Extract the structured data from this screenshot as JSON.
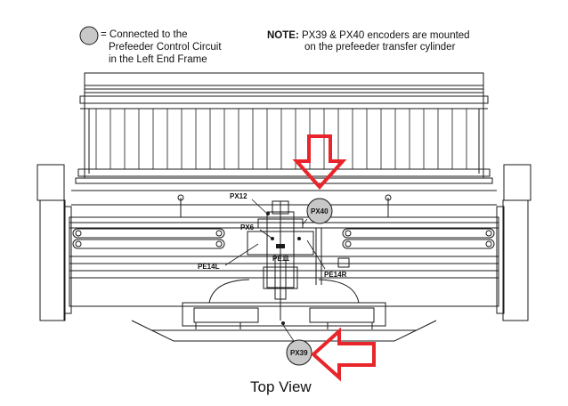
{
  "legend": {
    "line1": "= Connected to the",
    "line2": "Prefeeder Control Circuit",
    "line3": "in the Left End Frame"
  },
  "note": {
    "prefix": "NOTE:",
    "line1": "PX39 & PX40 encoders are mounted",
    "line2": "on the prefeeder transfer cylinder"
  },
  "labels": {
    "px12": "PX12",
    "px6": "PX6",
    "pe11": "PE11",
    "pe14l": "PE14L",
    "pe14r": "PE14R",
    "px40": "PX40",
    "px39": "PX39"
  },
  "caption": "Top View",
  "colors": {
    "line": "#1a1a1a",
    "circle_fill": "#c8c8c8",
    "arrow": "#e8252a"
  },
  "icons": {
    "legend_marker": "gray-circle-icon",
    "pointer": "red-arrow-icon"
  }
}
